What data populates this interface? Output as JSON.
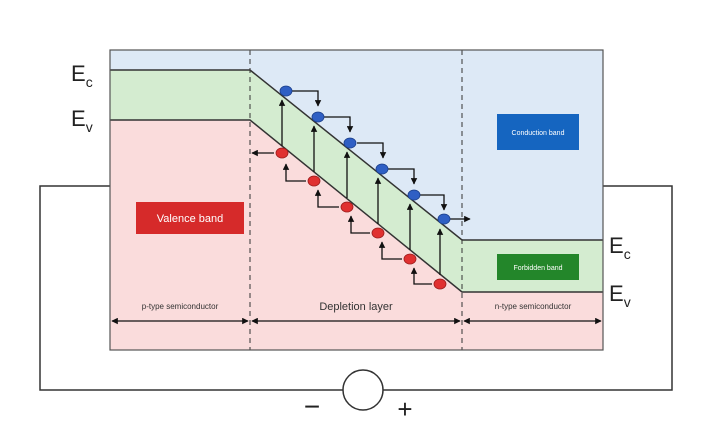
{
  "energy_labels": {
    "left_conduction": {
      "main": "E",
      "sub": "c"
    },
    "left_valence": {
      "main": "E",
      "sub": "v"
    },
    "right_conduction": {
      "main": "E",
      "sub": "c"
    },
    "right_valence": {
      "main": "E",
      "sub": "v"
    }
  },
  "band_labels": {
    "valence": "Valence band",
    "conduction": "Conduction band",
    "forbidden": "Forbidden band"
  },
  "regions": {
    "p_type": "p-type semiconductor",
    "depletion": "Depletion layer",
    "n_type": "n-type semiconductor"
  },
  "battery": {
    "minus": "−",
    "plus": "+"
  },
  "colors": {
    "conduction_region": "#dde9f6",
    "valence_region": "#fadcdc",
    "forbidden_band": "#d4ecd0",
    "band_edge": "#333333",
    "electron": "#2f5fc4",
    "hole": "#e03030",
    "conduction_label_bg": "#1565c0",
    "valence_label_bg": "#d62a2a",
    "forbidden_label_bg": "#23862a"
  }
}
